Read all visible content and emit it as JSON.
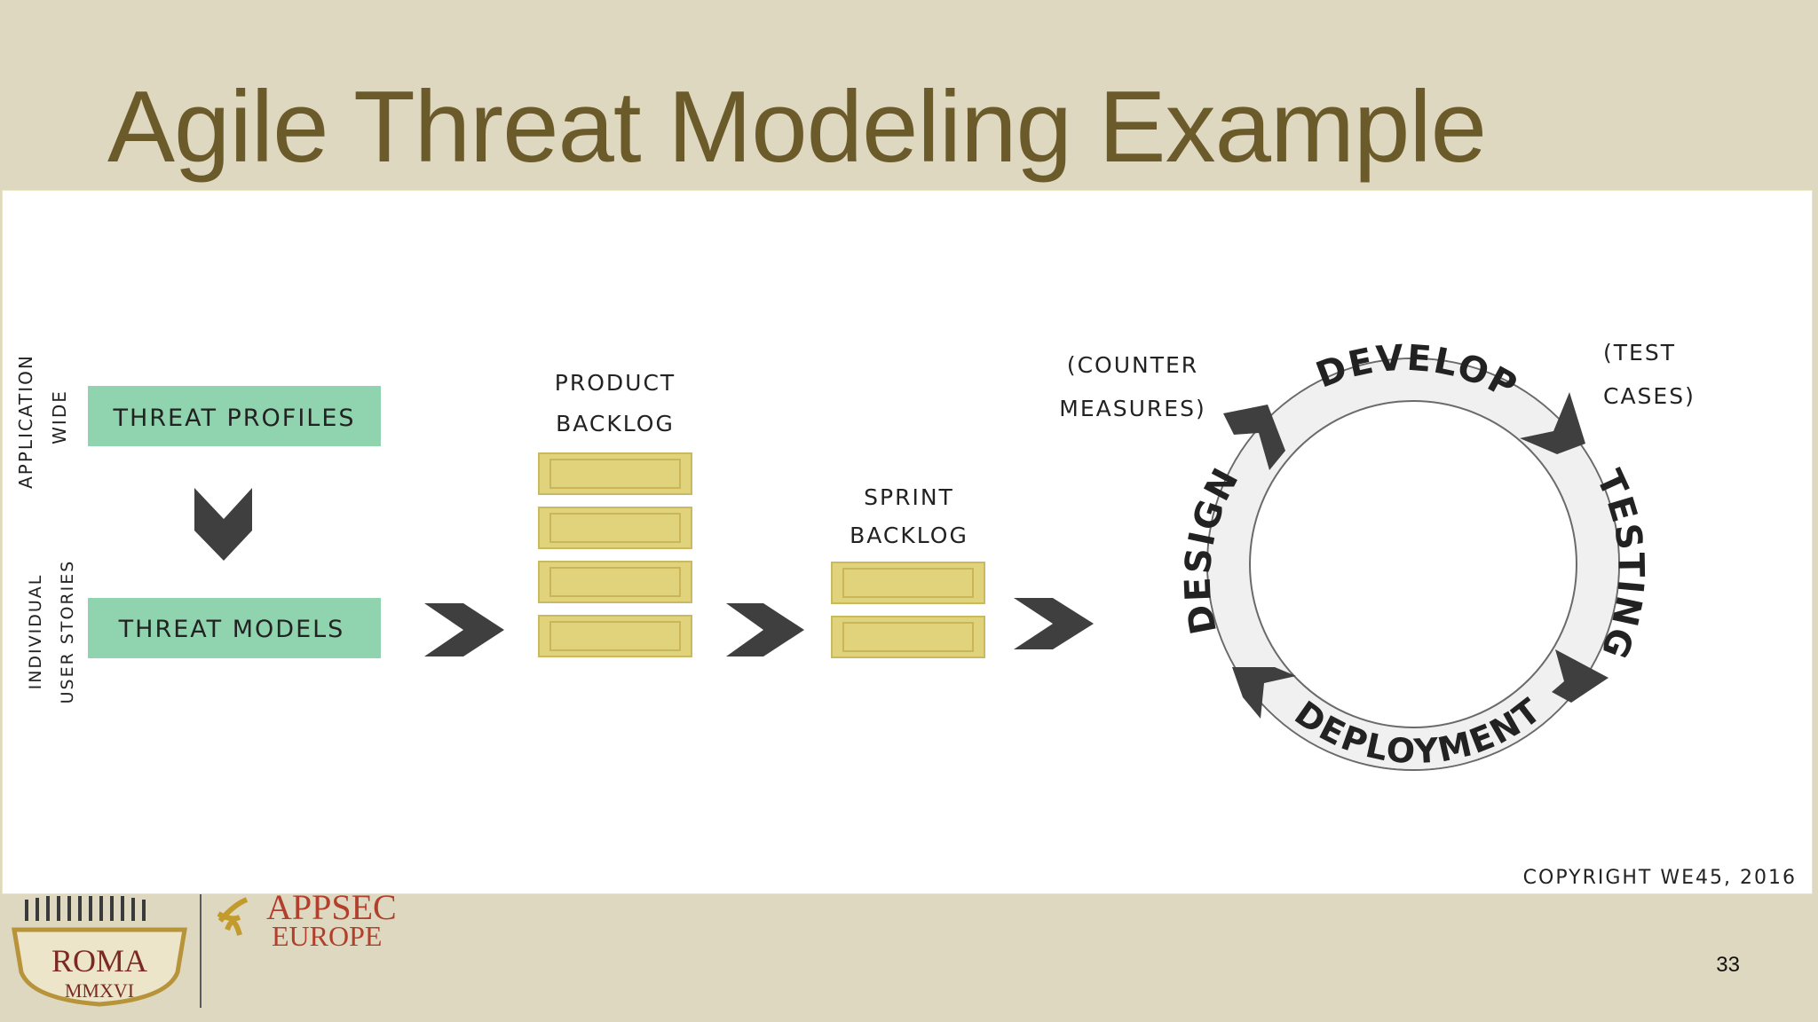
{
  "title": "Agile Threat Modeling Example",
  "page_number": "33",
  "diagram": {
    "side_labels": {
      "application_wide": [
        "APPLICATION",
        "WIDE"
      ],
      "individual_user_stories": [
        "INDIVIDUAL",
        "USER STORIES"
      ]
    },
    "threat_profiles": "THREAT PROFILES",
    "threat_models": "THREAT MODELS",
    "product_backlog": [
      "PRODUCT",
      "BACKLOG"
    ],
    "sprint_backlog": [
      "SPRINT",
      "BACKLOG"
    ],
    "counter_measures": [
      "(COUNTER",
      "MEASURES)"
    ],
    "test_cases": [
      "(TEST",
      "CASES)"
    ],
    "cycle": {
      "develop": "DEVELOP",
      "testing": "TESTING",
      "deployment": "DEPLOYMENT",
      "design": "DESIGN"
    },
    "copyright": "COPYRIGHT WE45, 2016",
    "colors": {
      "green": "#8fd4ae",
      "yellow": "#e1d27c",
      "arrow": "#3f3f3f",
      "ring": "#f0f0f0"
    }
  },
  "logo": {
    "roma": "ROMA",
    "year": "MMXVI",
    "appsec": "APPSEC",
    "europe": "EUROPE"
  }
}
